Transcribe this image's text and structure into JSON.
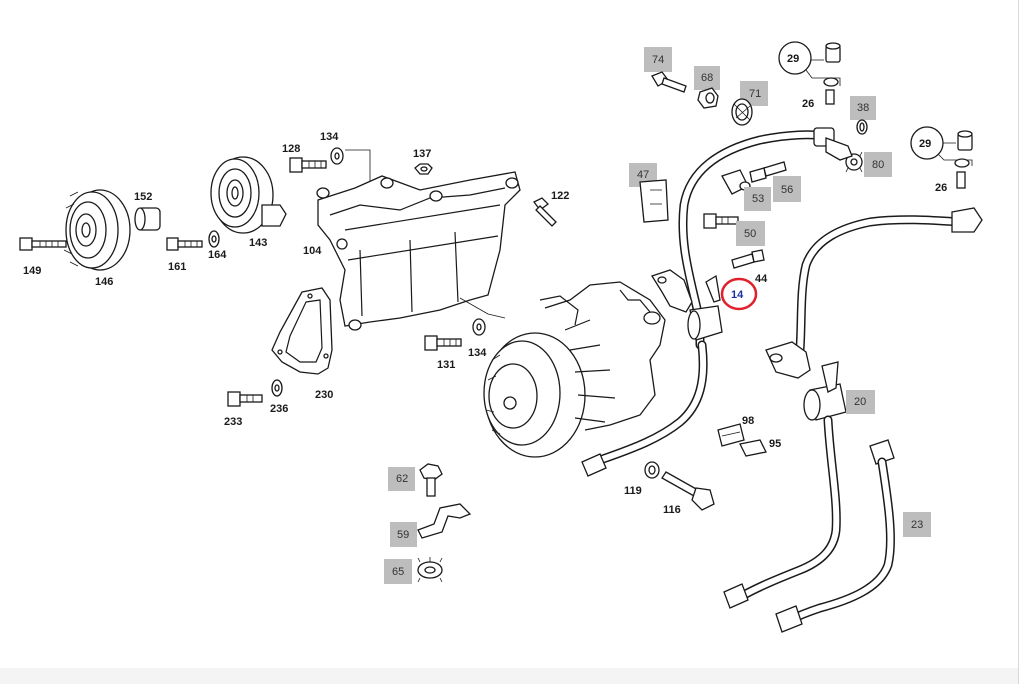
{
  "diagram": {
    "highlight_color": "#e0202a",
    "label_box_color": "#bdbdbd",
    "labels": {
      "p149": "149",
      "p146": "146",
      "p152": "152",
      "p161": "161",
      "p164": "164",
      "p143": "143",
      "p128": "128",
      "p134a": "134",
      "p137": "137",
      "p122": "122",
      "p104": "104",
      "p131": "131",
      "p134b": "134",
      "p230": "230",
      "p233": "233",
      "p236": "236",
      "p74": "74",
      "p68": "68",
      "p71": "71",
      "p29a": "29",
      "p26a": "26",
      "p38": "38",
      "p80": "80",
      "p29b": "29",
      "p26b": "26",
      "p47": "47",
      "p53": "53",
      "p56": "56",
      "p50": "50",
      "p44": "44",
      "p14": "14",
      "p20": "20",
      "p98": "98",
      "p95": "95",
      "p119": "119",
      "p116": "116",
      "p62": "62",
      "p59": "59",
      "p65": "65",
      "p23": "23"
    }
  }
}
